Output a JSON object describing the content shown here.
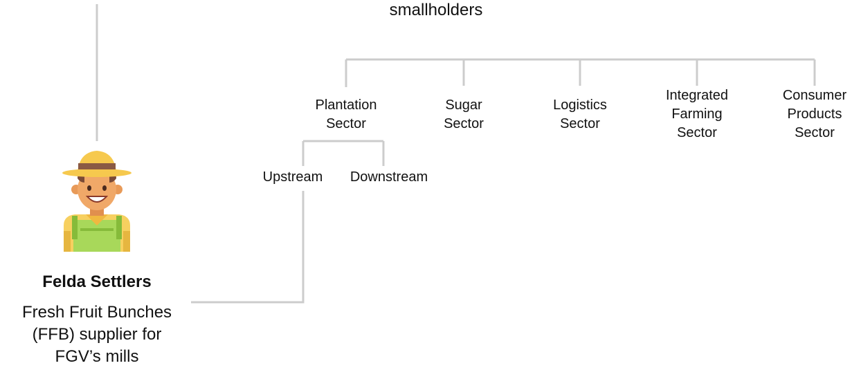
{
  "top_text": "smallholders",
  "sectors": [
    {
      "label": "Plantation\nSector"
    },
    {
      "label": "Sugar\nSector"
    },
    {
      "label": "Logistics\nSector"
    },
    {
      "label": "Integrated\nFarming\nSector"
    },
    {
      "label": "Consumer\nProducts\nSector"
    }
  ],
  "plantation_children": [
    {
      "label": "Upstream"
    },
    {
      "label": "Downstream"
    }
  ],
  "settler": {
    "title": "Felda Settlers",
    "description": "Fresh Fruit Bunches\n(FFB) supplier for\nFGV’s mills",
    "icon": "farmer-icon"
  },
  "colors": {
    "connector": "#cccccc",
    "hat": "#f6c94e",
    "hat_band": "#8a5a44",
    "shirt": "#f7d060",
    "overalls": "#a8d85a",
    "skin": "#f0a868"
  }
}
